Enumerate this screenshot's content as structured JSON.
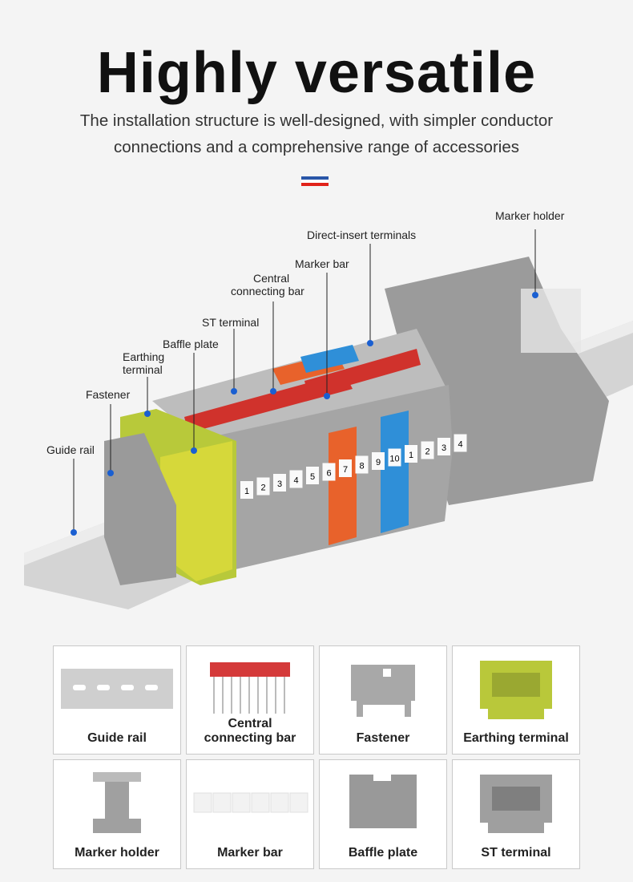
{
  "header": {
    "title": "Highly versatile",
    "subtitle_line1": "The installation structure is well-designed, with simpler conductor",
    "subtitle_line2": "connections and a comprehensive range of accessories"
  },
  "colors": {
    "flag_top": "#2956a8",
    "flag_bottom": "#e1221a",
    "callout_dot": "#1a5fd1"
  },
  "callouts": {
    "marker_holder": "Marker holder",
    "direct_insert": "Direct-insert terminals",
    "marker_bar": "Marker bar",
    "central_bar_1": "Central",
    "central_bar_2": "connecting bar",
    "st_terminal": "ST terminal",
    "baffle_plate": "Baffle plate",
    "earthing_1": "Earthing",
    "earthing_2": "terminal",
    "fastener": "Fastener",
    "guide_rail": "Guide rail"
  },
  "marker_numbers": [
    "1",
    "2",
    "3",
    "4",
    "5",
    "6",
    "7",
    "8",
    "9",
    "10",
    "1",
    "2",
    "3",
    "4"
  ],
  "accessories": [
    {
      "label": "Guide rail",
      "icon": "guide-rail"
    },
    {
      "label": "Central connecting bar",
      "icon": "connecting-bar"
    },
    {
      "label": "Fastener",
      "icon": "fastener"
    },
    {
      "label": "Earthing terminal",
      "icon": "earthing-terminal"
    },
    {
      "label": "Marker holder",
      "icon": "marker-holder"
    },
    {
      "label": "Marker bar",
      "icon": "marker-bar"
    },
    {
      "label": "Baffle plate",
      "icon": "baffle-plate"
    },
    {
      "label": "ST terminal",
      "icon": "st-terminal"
    }
  ]
}
